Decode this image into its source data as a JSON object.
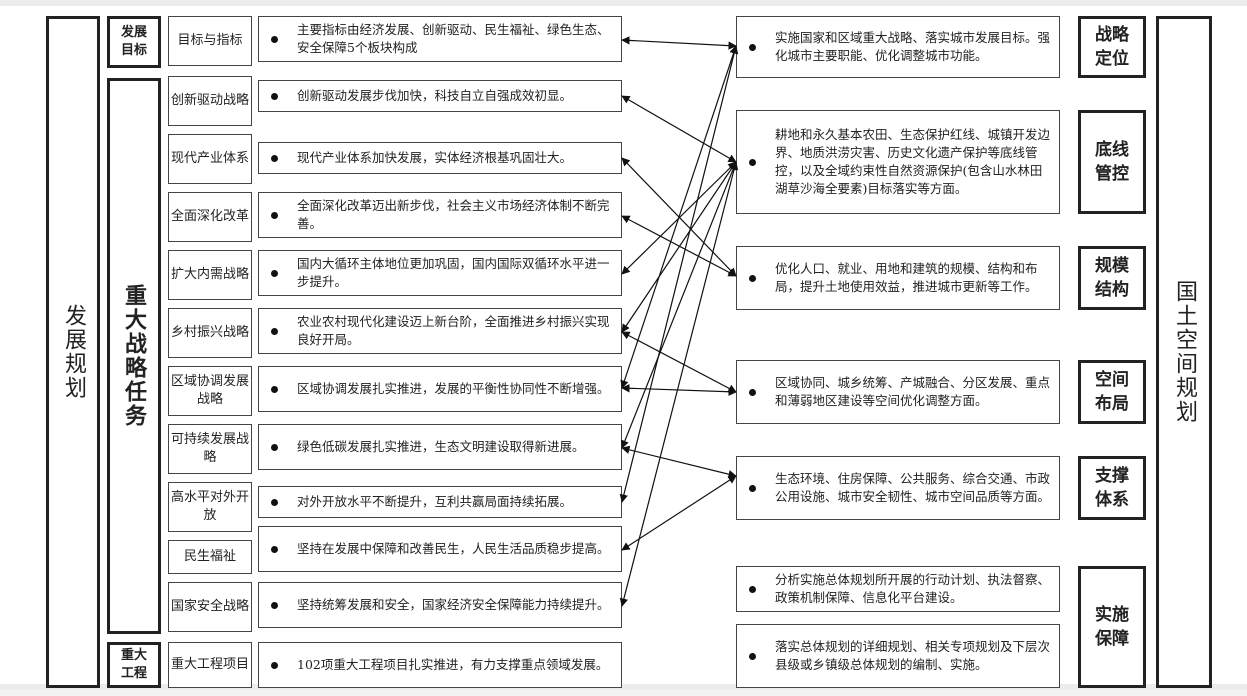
{
  "left_title": "发展规划",
  "right_title": "国土空间规划",
  "left_groups": [
    {
      "label": "发展目标",
      "display": "发展\n目标"
    },
    {
      "label": "重大战略任务"
    },
    {
      "label": "重大工程",
      "display": "重大\n工程"
    }
  ],
  "left_categories": [
    "目标与指标",
    "创新驱动战略",
    "现代产业体系",
    "全面深化改革",
    "扩大内需战略",
    "乡村振兴战略",
    "区域协调发展战略",
    "可持续发展战略",
    "高水平对外开放",
    "民生福祉",
    "国家安全战略",
    "重大工程项目"
  ],
  "left_items": [
    "主要指标由经济发展、创新驱动、民生福祉、绿色生态、安全保障5个板块构成",
    "创新驱动发展步伐加快，科技自立自强成效初显。",
    "现代产业体系加快发展，实体经济根基巩固壮大。",
    "全面深化改革迈出新步伐，社会主义市场经济体制不断完善。",
    "国内大循环主体地位更加巩固，国内国际双循环水平进一步提升。",
    "农业农村现代化建设迈上新台阶，全面推进乡村振兴实现良好开局。",
    "区域协调发展扎实推进，发展的平衡性协同性不断增强。",
    "绿色低碳发展扎实推进，生态文明建设取得新进展。",
    "对外开放水平不断提升，互利共赢局面持续拓展。",
    "坚持在发展中保障和改善民生，人民生活品质稳步提高。",
    "坚持统筹发展和安全，国家经济安全保障能力持续提升。",
    "102项重大工程项目扎实推进，有力支撑重点领域发展。"
  ],
  "right_items": [
    "实施国家和区域重大战略、落实城市发展目标。强化城市主要职能、优化调整城市功能。",
    "耕地和永久基本农田、生态保护红线、城镇开发边界、地质洪涝灾害、历史文化遗产保护等底线管控，以及全域约束性自然资源保护(包含山水林田湖草沙海全要素)目标落实等方面。",
    "优化人口、就业、用地和建筑的规模、结构和布局，提升土地使用效益，推进城市更新等工作。",
    "区域协同、城乡统筹、产城融合、分区发展、重点和薄弱地区建设等空间优化调整方面。",
    "生态环境、住房保障、公共服务、综合交通、市政公用设施、城市安全韧性、城市空间品质等方面。",
    "分析实施总体规划所开展的行动计划、执法督察、政策机制保障、信息化平台建设。",
    "落实总体规划的详细规划、相关专项规划及下层次县级或乡镇级总体规划的编制、实施。"
  ],
  "right_categories": [
    {
      "label": "战略定位",
      "display": "战略\n定位"
    },
    {
      "label": "底线管控",
      "display": "底线\n管控"
    },
    {
      "label": "规模结构",
      "display": "规模\n结构"
    },
    {
      "label": "空间布局",
      "display": "空间\n布局"
    },
    {
      "label": "支撑体系",
      "display": "支撑\n体系"
    },
    {
      "label": "实施保障",
      "display": "实施\n保障"
    }
  ],
  "links": [
    {
      "from": 0,
      "to": 0
    },
    {
      "from": 1,
      "to": 1
    },
    {
      "from": 2,
      "to": 2
    },
    {
      "from": 3,
      "to": 2
    },
    {
      "from": 4,
      "to": 1
    },
    {
      "from": 5,
      "to": 3
    },
    {
      "from": 5,
      "to": 1
    },
    {
      "from": 6,
      "to": 3
    },
    {
      "from": 6,
      "to": 0
    },
    {
      "from": 7,
      "to": 1
    },
    {
      "from": 7,
      "to": 4
    },
    {
      "from": 8,
      "to": 0
    },
    {
      "from": 9,
      "to": 4
    },
    {
      "from": 10,
      "to": 1
    }
  ]
}
